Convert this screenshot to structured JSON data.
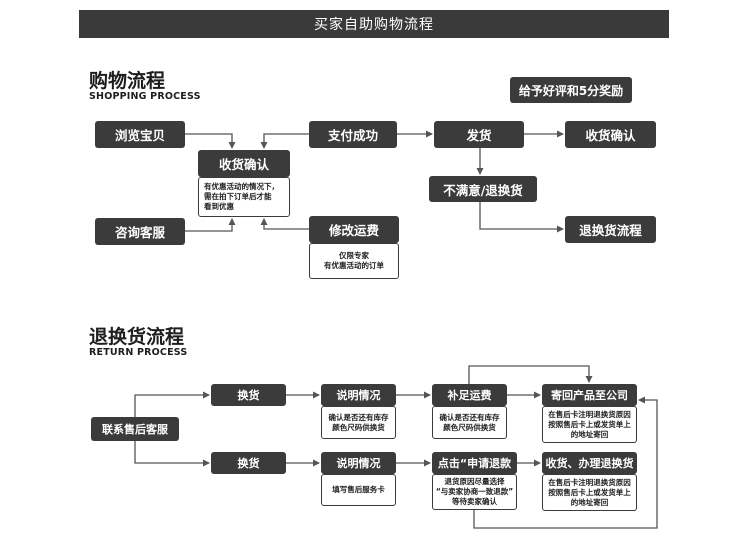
{
  "banner": "买家自助购物流程",
  "shopping": {
    "title": "购物流程",
    "subtitle": "SHOPPING PROCESS",
    "reward": "给予好评和5分奖励",
    "browse": "浏览宝贝",
    "confirm_center": "收货确认",
    "confirm_center_note": [
      "有优惠活动的情况下，",
      "需在拍下订单后才能",
      "看到优惠"
    ],
    "consult": "咨询客服",
    "paid": "支付成功",
    "modify_shipping": "修改运费",
    "modify_note": [
      "仅限专家",
      "有优惠活动的订单"
    ],
    "ship": "发货",
    "confirm_right": "收货确认",
    "unhappy": "不满意/退换货",
    "return_flow": "退换货流程"
  },
  "returns": {
    "title": "退换货流程",
    "subtitle": "RETURN PROCESS",
    "contact": "联系售后客服",
    "top": {
      "exchange": "换货",
      "explain": "说明情况",
      "explain_note": [
        "确认是否还有库存",
        "颜色尺码供换货"
      ],
      "add_shipping": "补足运费",
      "add_note": [
        "确认是否还有库存",
        "颜色尺码供换货"
      ],
      "send_back": "寄回产品至公司",
      "send_note": [
        "在售后卡注明退换货原因",
        "按照售后卡上或发货单上",
        "的地址寄回"
      ]
    },
    "bottom": {
      "exchange": "换货",
      "explain": "说明情况",
      "explain_note": [
        "填写售后服务卡"
      ],
      "apply_refund": "点击“申请退款",
      "apply_note": [
        "退货原因尽量选择",
        "“与卖家协商一致退款”",
        "等待卖家确认"
      ],
      "receive": "收货、办理退换货",
      "receive_note": [
        "在售后卡注明退换货原因",
        "按照售后卡上或发货单上",
        "的地址寄回"
      ]
    }
  },
  "colors": {
    "box": "#3b3b3b",
    "banner": "#3a3a3a",
    "line": "#555555"
  }
}
